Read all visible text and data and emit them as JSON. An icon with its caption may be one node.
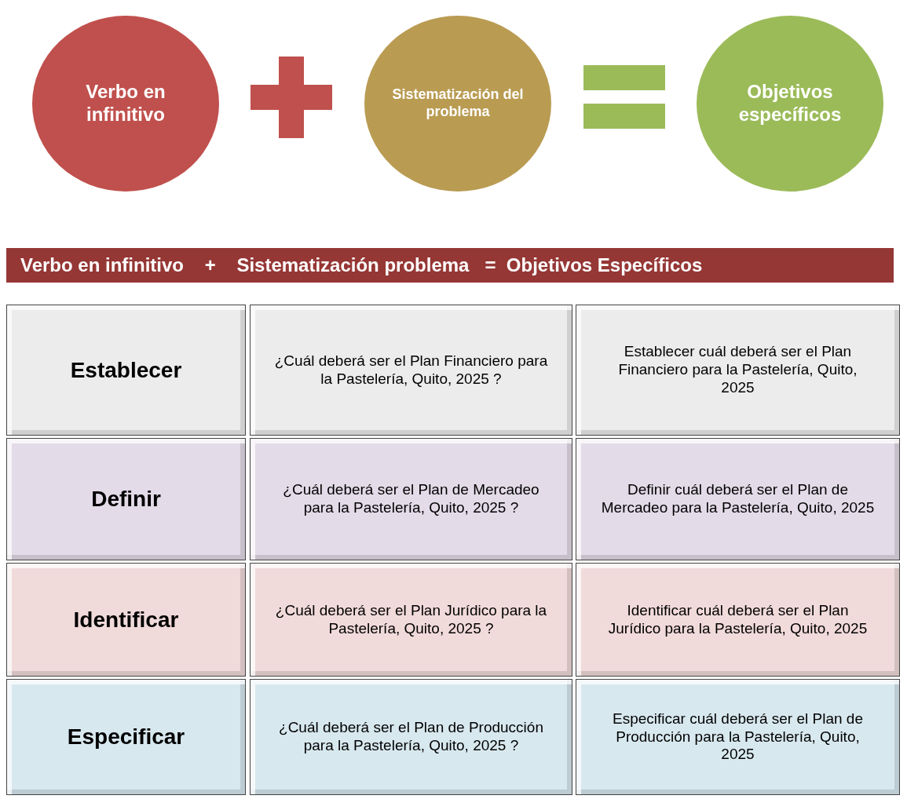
{
  "diagram": {
    "nodes": [
      {
        "text": [
          "Verbo en infinitivo"
        ]
      },
      {
        "text": [
          "Sistematización del problema"
        ]
      },
      {
        "text": [
          "Objetivos específicos"
        ]
      },
      {
        "text": [
          "Verbo en infinitivo    +    Sistematización problema   =  Objetivos Específicos"
        ]
      },
      {
        "text": [
          "Establecer"
        ]
      },
      {
        "text": [
          "¿Cuál deberá ser el Plan Financiero para la Pastelería, Quito, 2025 ?"
        ]
      },
      {
        "text": [
          "Establecer cuál deberá ser el Plan Financiero para la Pastelería, Quito, 2025"
        ]
      },
      {
        "text": [
          "Definir"
        ]
      },
      {
        "text": [
          "¿Cuál deberá ser el Plan de Mercadeo para la Pastelería, Quito, 2025 ?"
        ]
      },
      {
        "text": [
          "Definir cuál deberá ser el Plan de Mercadeo para la Pastelería, Quito, 2025"
        ]
      },
      {
        "text": [
          "Identificar"
        ]
      },
      {
        "text": [
          "¿Cuál deberá ser el Plan Jurídico para la Pastelería, Quito, 2025 ?"
        ]
      },
      {
        "text": [
          "Identificar cuál deberá ser el Plan Jurídico para la Pastelería, Quito, 2025"
        ]
      },
      {
        "text": [
          "Especificar"
        ]
      },
      {
        "text": [
          "¿Cuál deberá ser el Plan de Producción para la Pastelería, Quito, 2025 ?"
        ]
      },
      {
        "text": [
          "Especificar cuál deberá ser el Plan de Producción para la Pastelería, Quito, 2025"
        ]
      }
    ]
  }
}
